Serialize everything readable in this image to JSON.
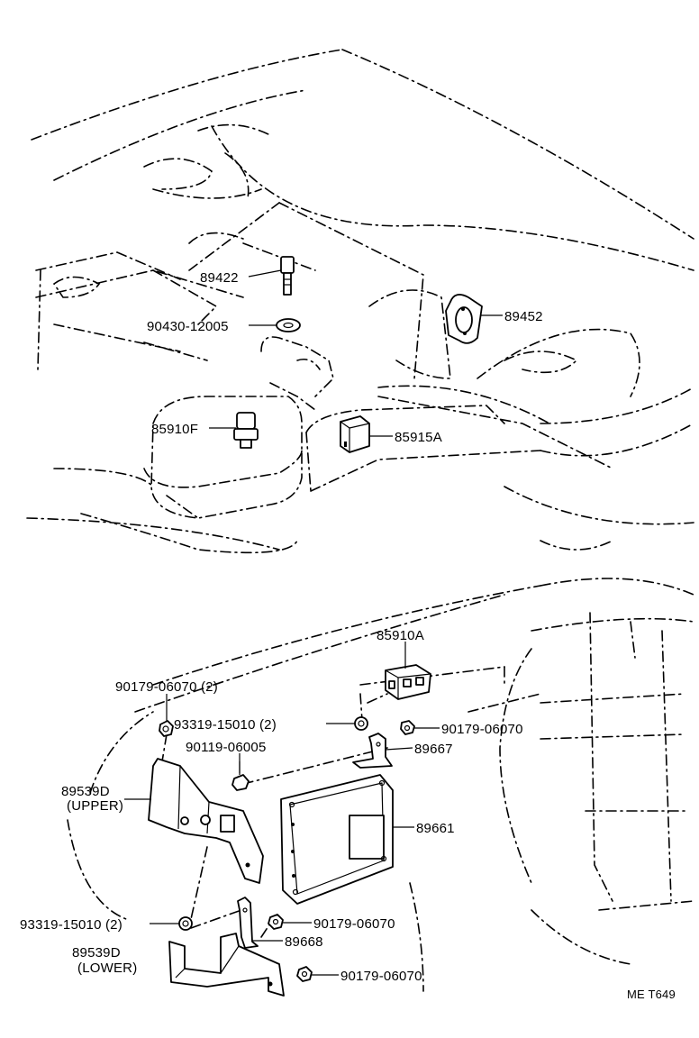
{
  "upper_callouts": {
    "p89422": "89422",
    "p90430": "90430-12005",
    "p89452": "89452",
    "p85910f": "85910F",
    "p85915a": "85915A"
  },
  "lower_callouts": {
    "p85910a": "85910A",
    "p90179_2": "90179-06070 (2)",
    "p93319_top": "93319-15010 (2)",
    "p90179_right": "90179-06070",
    "p90119": "90119-06005",
    "p89667": "89667",
    "p89539d_upper": "89539D",
    "p89539d_upper_note": "(UPPER)",
    "p89661": "89661",
    "p93319_bottom": "93319-15010 (2)",
    "p90179_mid": "90179-06070",
    "p89668": "89668",
    "p89539d_lower": "89539D",
    "p89539d_lower_note": "(LOWER)",
    "p90179_bottom": "90179-06070"
  },
  "figure_ref": "ME T649"
}
